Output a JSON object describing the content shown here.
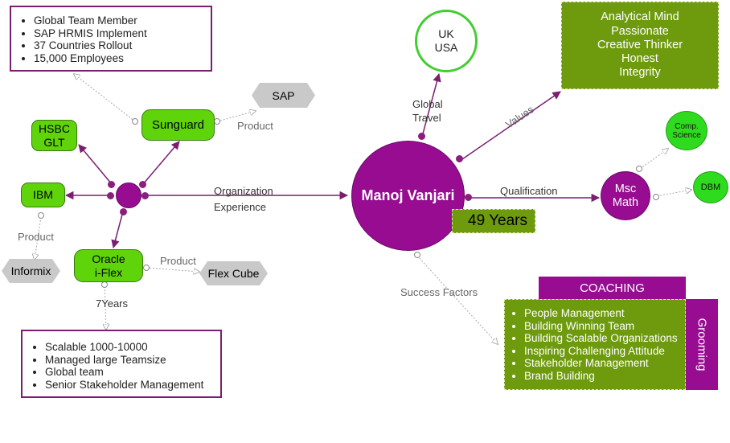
{
  "center": {
    "name": "Manoj Vanjari",
    "age": "49 Years"
  },
  "left_box": {
    "items": [
      "Global Team Member",
      "SAP HRMIS Implement",
      "37 Countries Rollout",
      "15,000 Employees"
    ]
  },
  "bottom_box": {
    "items": [
      "Scalable 1000-10000",
      "Managed large Teamsize",
      "Global team",
      "Senior Stakeholder Management"
    ]
  },
  "nodes": {
    "sunguard": "Sunguard",
    "hsbc_line1": "HSBC",
    "hsbc_line2": "GLT",
    "ibm": "IBM",
    "oracle_line1": "Oracle",
    "oracle_line2": "i-Flex",
    "sap": "SAP",
    "informix": "Informix",
    "flex_cube": "Flex Cube",
    "uk": "UK",
    "usa": "USA",
    "msc_line1": "Msc",
    "msc_line2": "Math",
    "comp_line1": "Comp.",
    "comp_line2": "Science",
    "dbm": "DBM"
  },
  "labels": {
    "product": "Product",
    "organization_line1": "Organization",
    "organization_line2": "Experience",
    "seven_years": "7Years",
    "global_line1": "Global",
    "global_line2": "Travel",
    "values": "Values",
    "qualification": "Qualification",
    "success_factors": "Success Factors"
  },
  "values_box": {
    "items": [
      "Analytical Mind",
      "Passionate",
      "Creative Thinker",
      "Honest",
      "Integrity"
    ]
  },
  "coaching": {
    "title": "COACHING",
    "side": "Grooming",
    "items": [
      "People Management",
      "Building Winning Team",
      "Building Scalable Organizations",
      "Inspiring Challenging Attitude",
      "Stakeholder Management",
      "Brand Building"
    ]
  },
  "colors": {
    "purple": "#970c91",
    "green": "#5fd40a",
    "olive": "#6e9a0e",
    "gray": "#c9c9c9",
    "link": "#7a1f70"
  }
}
